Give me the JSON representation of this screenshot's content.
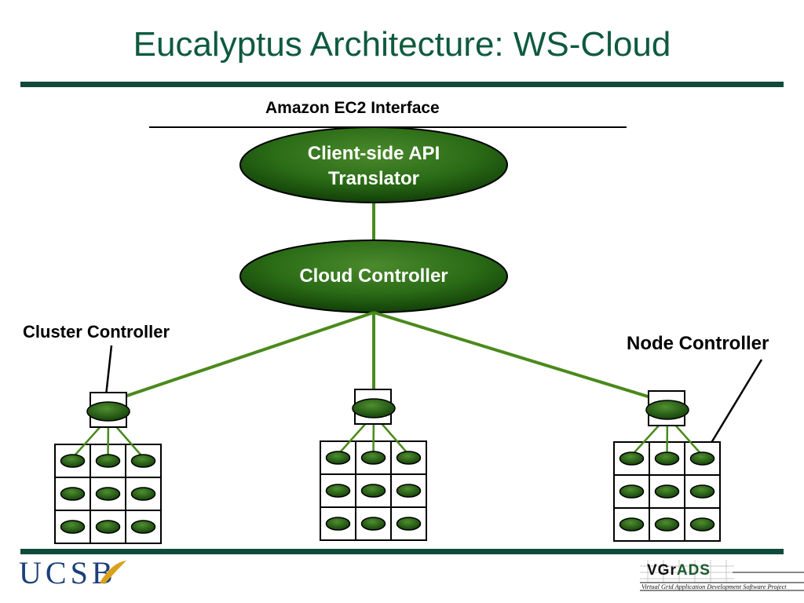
{
  "title": "Eucalyptus Architecture: WS-Cloud",
  "interface_label": "Amazon EC2 Interface",
  "client_api": {
    "line1": "Client-side API",
    "line2": "Translator"
  },
  "cloud_controller": "Cloud Controller",
  "cluster_controller_label": "Cluster Controller",
  "node_controller_label": "Node Controller",
  "footer": {
    "left_logo": "UCSB",
    "right_logo_a": "VGr",
    "right_logo_b": "ADS",
    "right_logo_caption": "Virtual Grid Application Development Software Project"
  },
  "colors": {
    "title": "#0f5a3f",
    "rule": "#0f4a3b",
    "ellipse_fill": "#2a6b16",
    "connector": "#4a8a1c"
  },
  "clusters": [
    {
      "nodes": 9
    },
    {
      "nodes": 9
    },
    {
      "nodes": 9
    }
  ]
}
